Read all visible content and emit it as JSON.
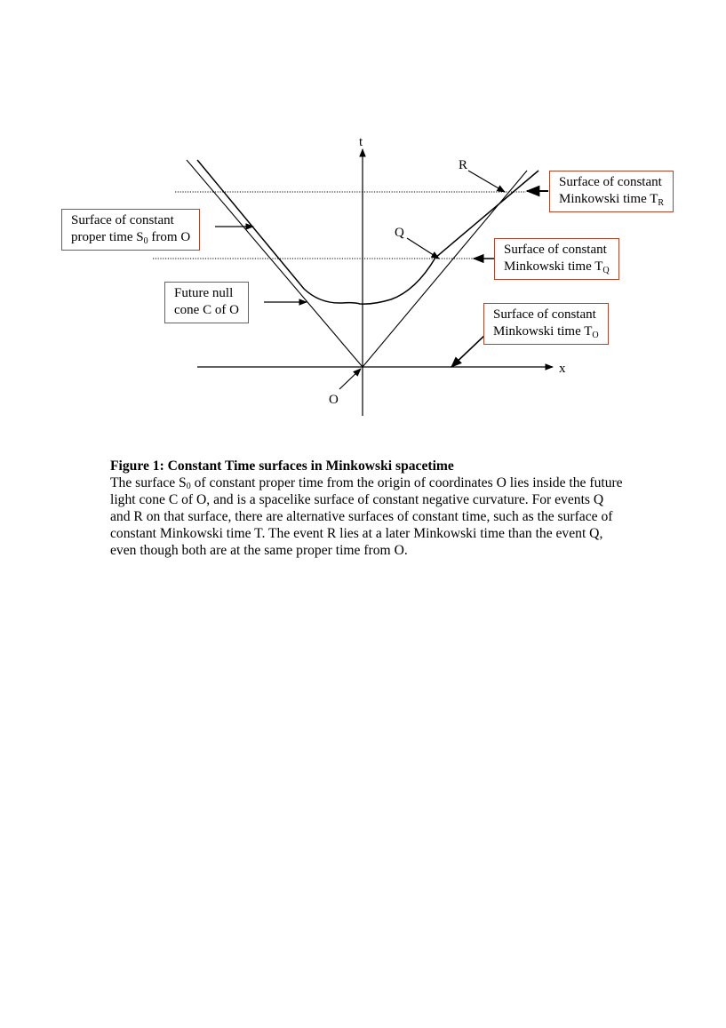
{
  "figure": {
    "axes": {
      "t_label": "t",
      "x_label": "x",
      "origin_label": "O"
    },
    "events": {
      "q_label": "Q",
      "r_label": "R"
    },
    "boxes": {
      "tr": {
        "line1": "Surface of constant",
        "line2_main": "Minkowski time T",
        "line2_sub": "R"
      },
      "s0": {
        "line1": "Surface of constant",
        "line2_main": "proper time S",
        "line2_sub": "0",
        "line2_tail": " from O"
      },
      "tq": {
        "line1": "Surface of constant",
        "line2_main": "Minkowski time T",
        "line2_sub": "Q"
      },
      "cone": {
        "line1": "Future null",
        "line2": "cone C of O"
      },
      "to": {
        "line1": "Surface of constant",
        "line2_main": "Minkowski time T",
        "line2_sub": "O"
      }
    },
    "colors": {
      "box_border": "#b0452e",
      "ink": "#000000"
    }
  },
  "caption": {
    "title": "Figure 1:  Constant Time surfaces in Minkowski spacetime",
    "body_part1": "The surface S",
    "body_sub": "0",
    "body_part2": " of constant proper time from the origin of coordinates O lies inside the future light cone C of O, and is a spacelike surface of constant negative curvature. For events Q and R on that surface, there are alternative surfaces of constant time, such as the surface of constant Minkowski time T. The event R lies at a later Minkowski time than the event Q, even though both are at the same proper time from O."
  }
}
